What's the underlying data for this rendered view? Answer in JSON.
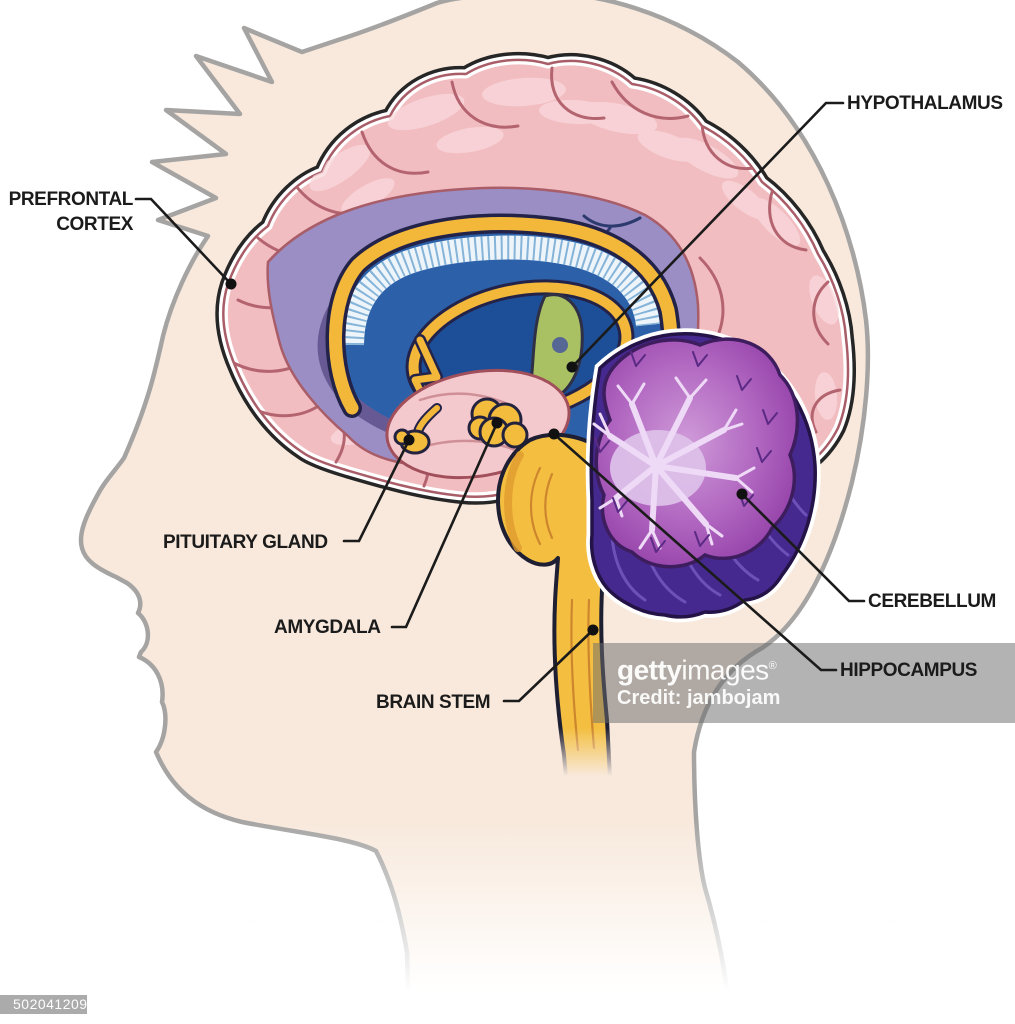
{
  "title": "Brain anatomy diagram in child head profile",
  "labels": {
    "prefrontal_line1": "PREFRONTAL",
    "prefrontal_line2": "CORTEX",
    "hypothalamus": "HYPOTHALAMUS",
    "pituitary": "PITUITARY GLAND",
    "amygdala": "AMYGDALA",
    "brain_stem": "BRAIN STEM",
    "cerebellum": "CEREBELLUM",
    "hippocampus": "HIPPOCAMPUS"
  },
  "watermark": {
    "brand_bold": "getty",
    "brand_regular": "images",
    "registered_mark": "®",
    "credit": "Credit: jambojam",
    "asset_id": "502041209"
  },
  "colors": {
    "background": "#ffffff",
    "head_fill": "#f8e9dc",
    "head_outline": "#a5a4a3",
    "brain_contour": "#262626",
    "cortex_pink": "#f2bdc1",
    "gyri_line": "#b4646f",
    "lavender_band": "#9a8ec4",
    "corpus_callosum_blue": "#2c61aa",
    "ventricle_deep_blue": "#1d4f98",
    "fringe_blue": "#85b4d8",
    "fornix_gold": "#f3b73a",
    "hypothalamus_green": "#a9c163",
    "thalamus_pink": "#f3c9cd",
    "cerebellum_bright": "#a75ab8",
    "cerebellum_dark": "#46298f",
    "arbor_vitae": "#eedaf6",
    "brainstem_yellow": "#f4bf40",
    "label_text": "#1b1b1b",
    "leader_line": "#1b1b1b",
    "watermark_bar": "#6e6e6e",
    "id_bar": "#ababab"
  }
}
